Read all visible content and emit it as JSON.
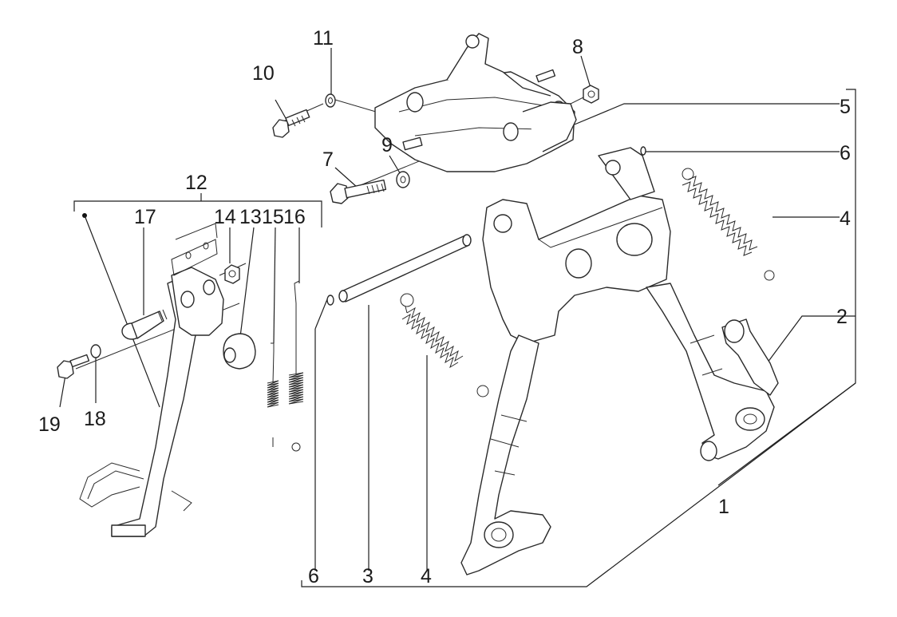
{
  "diagram": {
    "callouts": {
      "c1": "1",
      "c2": "2",
      "c3": "3",
      "c4a": "4",
      "c4b": "4",
      "c5": "5",
      "c6a": "6",
      "c6b": "6",
      "c7": "7",
      "c8": "8",
      "c9": "9",
      "c10": "10",
      "c11": "11",
      "c12": "12",
      "c13": "13",
      "c14": "14",
      "c15": "15",
      "c16": "16",
      "c17": "17",
      "c18": "18",
      "c19": "19"
    }
  }
}
